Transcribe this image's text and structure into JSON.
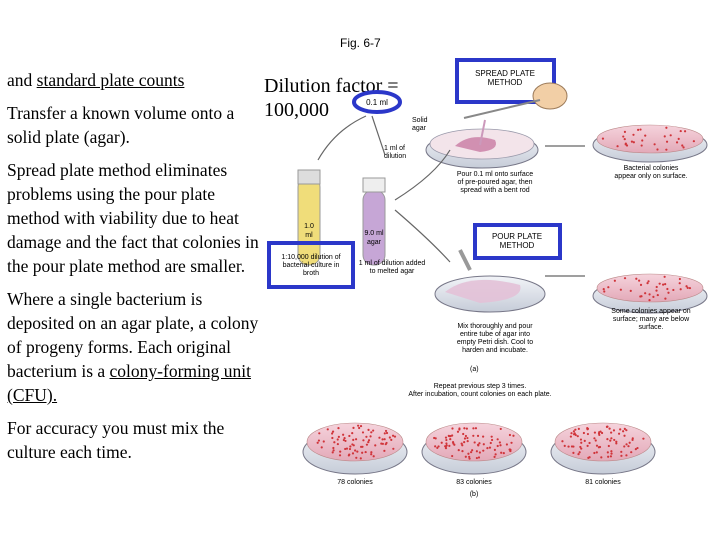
{
  "figure": {
    "label": "Fig. 6-7",
    "dilution_line1": "Dilution factor =",
    "dilution_line2": "100,000",
    "spread_method_title": "SPREAD PLATE METHOD",
    "pour_method_title": "POUR PLATE METHOD",
    "volume_01": "0.1 ml",
    "solid_agar": "Solid agar",
    "one_ml_dilution": "1 ml of dilution",
    "tube1_label": "1.0 ml",
    "tube2_label": "9.0 ml agar",
    "culture_box": "1:10,000 dilution of bacterial culture in broth",
    "pour_added": "1 ml of dilution added to melted agar",
    "spread_step": "Pour 0.1 ml onto surface of pre-poured agar, then spread with a bent rod",
    "spread_result": "Bacterial colonies appear only on surface.",
    "pour_step": "Mix thoroughly and pour entire tube of agar into empty Petri dish. Cool to harden and incubate.",
    "pour_result": "Some colonies appear on surface; many are below surface.",
    "panel_a": "(a)",
    "repeat_text": "Repeat previous step 3 times. After incubation, count colonies on each plate.",
    "count1": "78 colonies",
    "count2": "83 colonies",
    "count3": "81 colonies",
    "panel_b": "(b)"
  },
  "text": {
    "p1_prefix": "and ",
    "p1_underlined": "standard plate counts",
    "p2": "Transfer a known volume onto a solid plate (agar).",
    "p3": "Spread plate method eliminates problems using the pour plate method with viability due to heat damage and the fact that colonies in the pour plate method are smaller.",
    "p4_prefix": "Where a single bacterium is deposited on an agar plate, a colony of progeny forms. Each original bacterium is a ",
    "p4_underlined": "colony-forming unit (CFU).",
    "p5": "For accuracy you must mix the culture each time."
  },
  "colors": {
    "accent_box": "#2b37c9",
    "plate_pink": "#e9b8c4",
    "colony_red": "#d0343a",
    "tube_yellow": "#f0dd7a",
    "tube_purple": "#c6a6d6"
  }
}
